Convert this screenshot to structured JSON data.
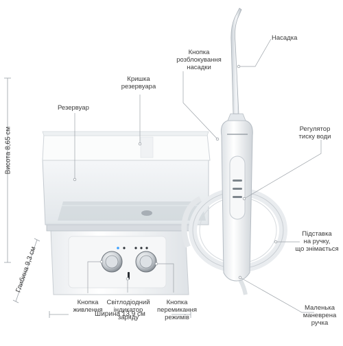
{
  "accent_color": "#1e88e5",
  "labels": {
    "nozzle": "Насадка",
    "nozzle_release": "Кнопка\nрозблокування\nнасадки",
    "lid": "Кришка\nрезервуара",
    "reservoir": "Резервуар",
    "pressure": "Регулятор\nтиску води",
    "holder": "Підставка\nна ручку,\nщо знімається",
    "handle": "Маленька\nманеврена\nручка",
    "power": "Кнопка\nживлення",
    "indicator": "Світлодіодний\nіндикатор\nзаряду",
    "mode": "Кнопка\nперемикання\nрежимів"
  },
  "dimensions": {
    "height": "Висота 8,65 см",
    "depth": "Глибина 9,3 см",
    "width": "Ширина 13,9 см"
  }
}
